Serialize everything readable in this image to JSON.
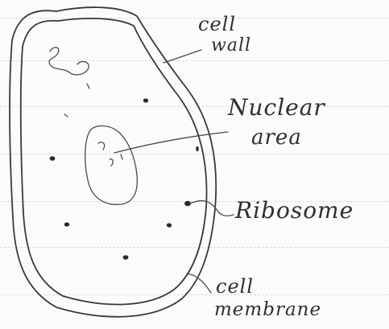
{
  "diagram": {
    "labels": {
      "cell_wall_line1": "cell",
      "cell_wall_line2": "wall",
      "nuclear_area_line1": "Nuclear",
      "nuclear_area_line2": "area",
      "ribosome": "Ribosome",
      "cell_membrane_line1": "cell",
      "cell_membrane_line2": "membrane"
    },
    "colors": {
      "ink": "#3a3a3a",
      "paper": "#fbfbfa",
      "rule_lines": "#d8dde2"
    }
  }
}
